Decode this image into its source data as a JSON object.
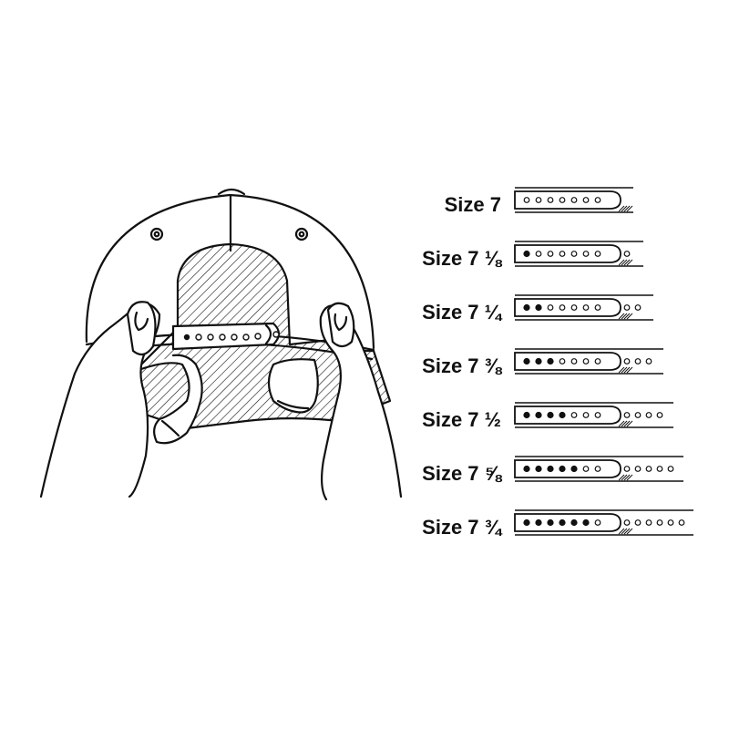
{
  "diagram": {
    "colors": {
      "ink": "#111111",
      "paper": "#ffffff"
    },
    "sizes": [
      {
        "label": "Size 7",
        "filled": 0,
        "extra": 0
      },
      {
        "label": "Size 7 ⅛",
        "filled": 1,
        "extra": 1
      },
      {
        "label": "Size 7 ¼",
        "filled": 2,
        "extra": 2
      },
      {
        "label": "Size 7 ⅜",
        "filled": 3,
        "extra": 3
      },
      {
        "label": "Size 7 ½",
        "filled": 4,
        "extra": 4
      },
      {
        "label": "Size 7 ⅝",
        "filled": 5,
        "extra": 5
      },
      {
        "label": "Size 7 ¾",
        "filled": 6,
        "extra": 6
      }
    ]
  }
}
